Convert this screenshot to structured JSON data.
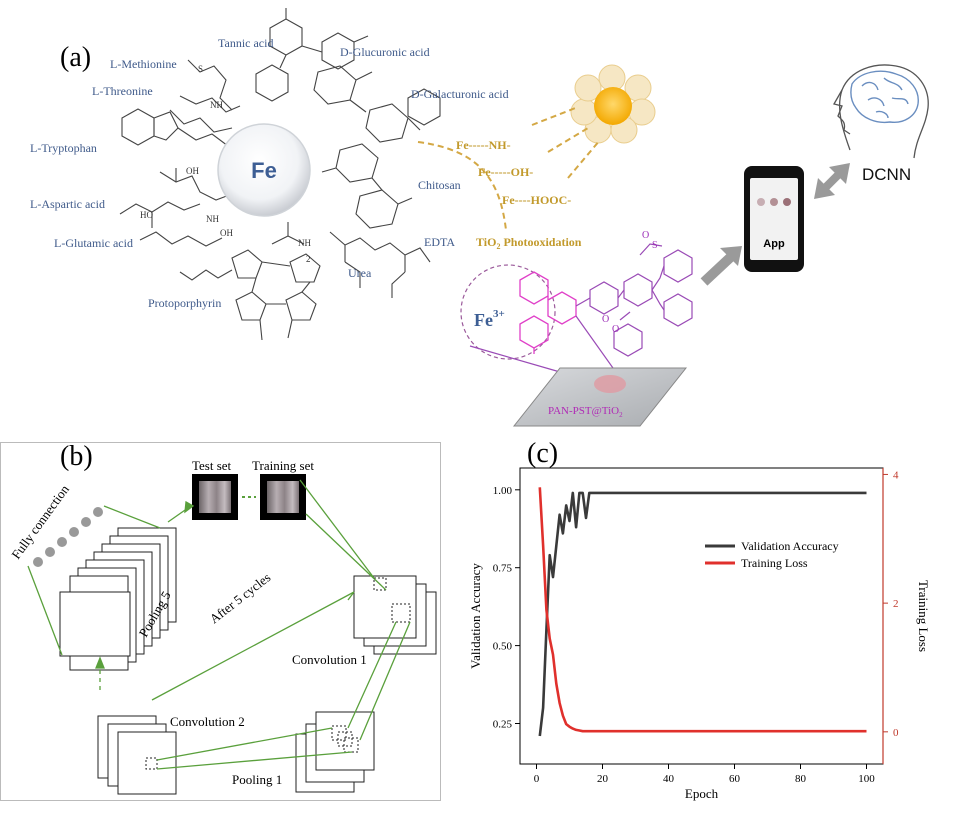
{
  "panel_a": {
    "label": "(a)",
    "center_label": "Fe",
    "molecules": [
      "Tannic acid",
      "D-Glucuronic acid",
      "D-Galacturonic acid",
      "Chitosan",
      "EDTA",
      "Urea",
      "Protoporphyrin",
      "L-Glutamic acid",
      "L-Aspartic acid",
      "L-Tryptophan",
      "L-Threonine",
      "L-Methionine"
    ],
    "bonds": [
      "Fe-----NH-",
      "Fe-----OH-",
      "Fe----HOOC-"
    ],
    "photo_label_parts": [
      "TiO",
      "2",
      " Photooxidation"
    ],
    "ion_label": "Fe",
    "ion_charge": "3+",
    "substrate_parts": [
      "PAN-PST@TiO",
      "2"
    ],
    "app_label": "App",
    "dcnn_label": "DCNN",
    "sulfo_labels": [
      "O",
      "S",
      "O",
      "O"
    ]
  },
  "panel_b": {
    "label": "(b)",
    "test_set": "Test set",
    "training_set": "Training set",
    "fully_connection": "Fully connection",
    "pooling5": "Pooling 5",
    "after_cycles": "After 5 cycles",
    "convolution1": "Convolution 1",
    "convolution2": "Convolution 2",
    "pooling1": "Pooling 1"
  },
  "panel_c": {
    "label": "(c)"
  },
  "chart_data": {
    "type": "line",
    "xlabel": "Epoch",
    "ylabel": "Validation Accuracy",
    "y2label": "Training Loss",
    "xlim": [
      -5,
      105
    ],
    "ylim": [
      0.12,
      1.07
    ],
    "y2lim": [
      -0.5,
      4.1
    ],
    "xticks": [
      0,
      20,
      40,
      60,
      80,
      100
    ],
    "yticks": [
      0.25,
      0.5,
      0.75,
      1.0
    ],
    "y2ticks": [
      0,
      2,
      4
    ],
    "legend_position": "top-right",
    "colors": {
      "accuracy": "#3a3a3a",
      "loss": "#e0302c",
      "right_axis": "#c0392b"
    },
    "series": [
      {
        "name": "Validation Accuracy",
        "axis": "left",
        "x": [
          1,
          2,
          3,
          4,
          5,
          6,
          7,
          8,
          9,
          10,
          11,
          12,
          13,
          14,
          15,
          16,
          17,
          18,
          19,
          20,
          30,
          40,
          50,
          60,
          70,
          80,
          90,
          100
        ],
        "y": [
          0.21,
          0.3,
          0.55,
          0.79,
          0.72,
          0.82,
          0.92,
          0.86,
          0.95,
          0.9,
          0.99,
          0.88,
          0.99,
          0.99,
          0.91,
          0.99,
          0.99,
          0.99,
          0.99,
          0.99,
          0.99,
          0.99,
          0.99,
          0.99,
          0.99,
          0.99,
          0.99,
          0.99
        ]
      },
      {
        "name": "Training Loss",
        "axis": "right",
        "x": [
          1,
          2,
          3,
          4,
          5,
          6,
          7,
          8,
          9,
          10,
          11,
          12,
          13,
          14,
          15,
          20,
          30,
          40,
          50,
          60,
          70,
          80,
          90,
          100
        ],
        "y": [
          3.8,
          2.9,
          1.9,
          1.45,
          1.2,
          0.75,
          0.45,
          0.25,
          0.12,
          0.08,
          0.05,
          0.03,
          0.02,
          0.01,
          0.01,
          0.01,
          0.01,
          0.01,
          0.01,
          0.01,
          0.01,
          0.01,
          0.01,
          0.01
        ]
      }
    ]
  }
}
